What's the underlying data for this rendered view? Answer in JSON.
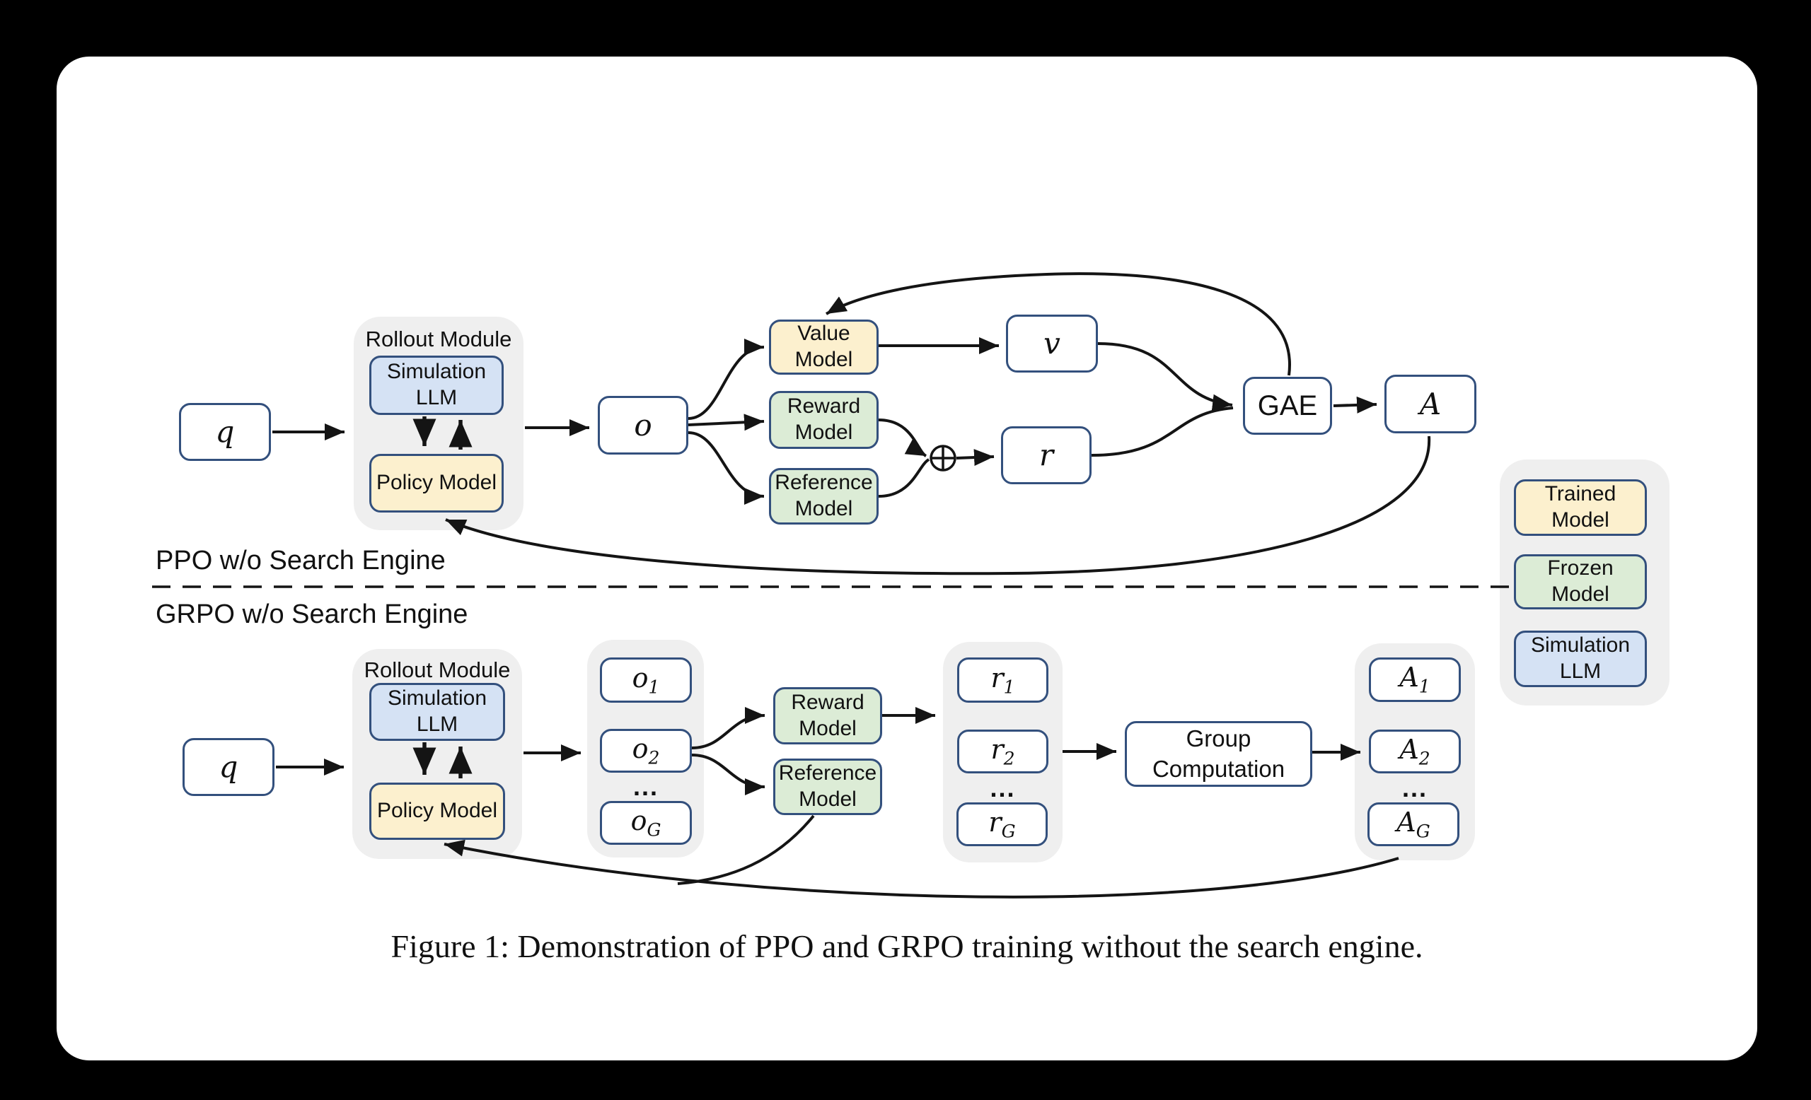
{
  "figure": {
    "caption": "Figure 1: Demonstration of PPO and GRPO training without the search engine."
  },
  "ppo": {
    "section_label": "PPO w/o Search Engine",
    "query": "q",
    "rollout": {
      "title": "Rollout Module",
      "simulation_llm": "Simulation LLM",
      "policy_model": "Policy Model"
    },
    "output": "o",
    "value_model": "Value Model",
    "reward_model": "Reward Model",
    "reference_model": "Reference Model",
    "plus_icon": "circled-plus",
    "value_out": "v",
    "reward_out": "r",
    "gae": "GAE",
    "advantage": "A"
  },
  "grpo": {
    "section_label": "GRPO w/o Search Engine",
    "query": "q",
    "rollout": {
      "title": "Rollout Module",
      "simulation_llm": "Simulation LLM",
      "policy_model": "Policy Model"
    },
    "outputs": [
      {
        "base": "o",
        "sub": "1"
      },
      {
        "base": "o",
        "sub": "2"
      },
      {
        "base": "o",
        "sub": "G"
      }
    ],
    "dots": "...",
    "reward_model": "Reward Model",
    "reference_model": "Reference Model",
    "rewards": [
      {
        "base": "r",
        "sub": "1"
      },
      {
        "base": "r",
        "sub": "2"
      },
      {
        "base": "r",
        "sub": "G"
      }
    ],
    "group_computation": "Group Computation",
    "advantages": [
      {
        "base": "A",
        "sub": "1"
      },
      {
        "base": "A",
        "sub": "2"
      },
      {
        "base": "A",
        "sub": "G"
      }
    ]
  },
  "legend": {
    "trained": "Trained Model",
    "frozen": "Frozen Model",
    "simulation": "Simulation LLM"
  },
  "colors": {
    "trained_fill": "#fcf0ce",
    "frozen_fill": "#dcecd6",
    "simulation_fill": "#d5e2f4",
    "box_border": "#33507d",
    "container_fill": "#efefef",
    "card_bg": "#ffffff",
    "page_bg": "#000000",
    "wire": "#141414"
  }
}
